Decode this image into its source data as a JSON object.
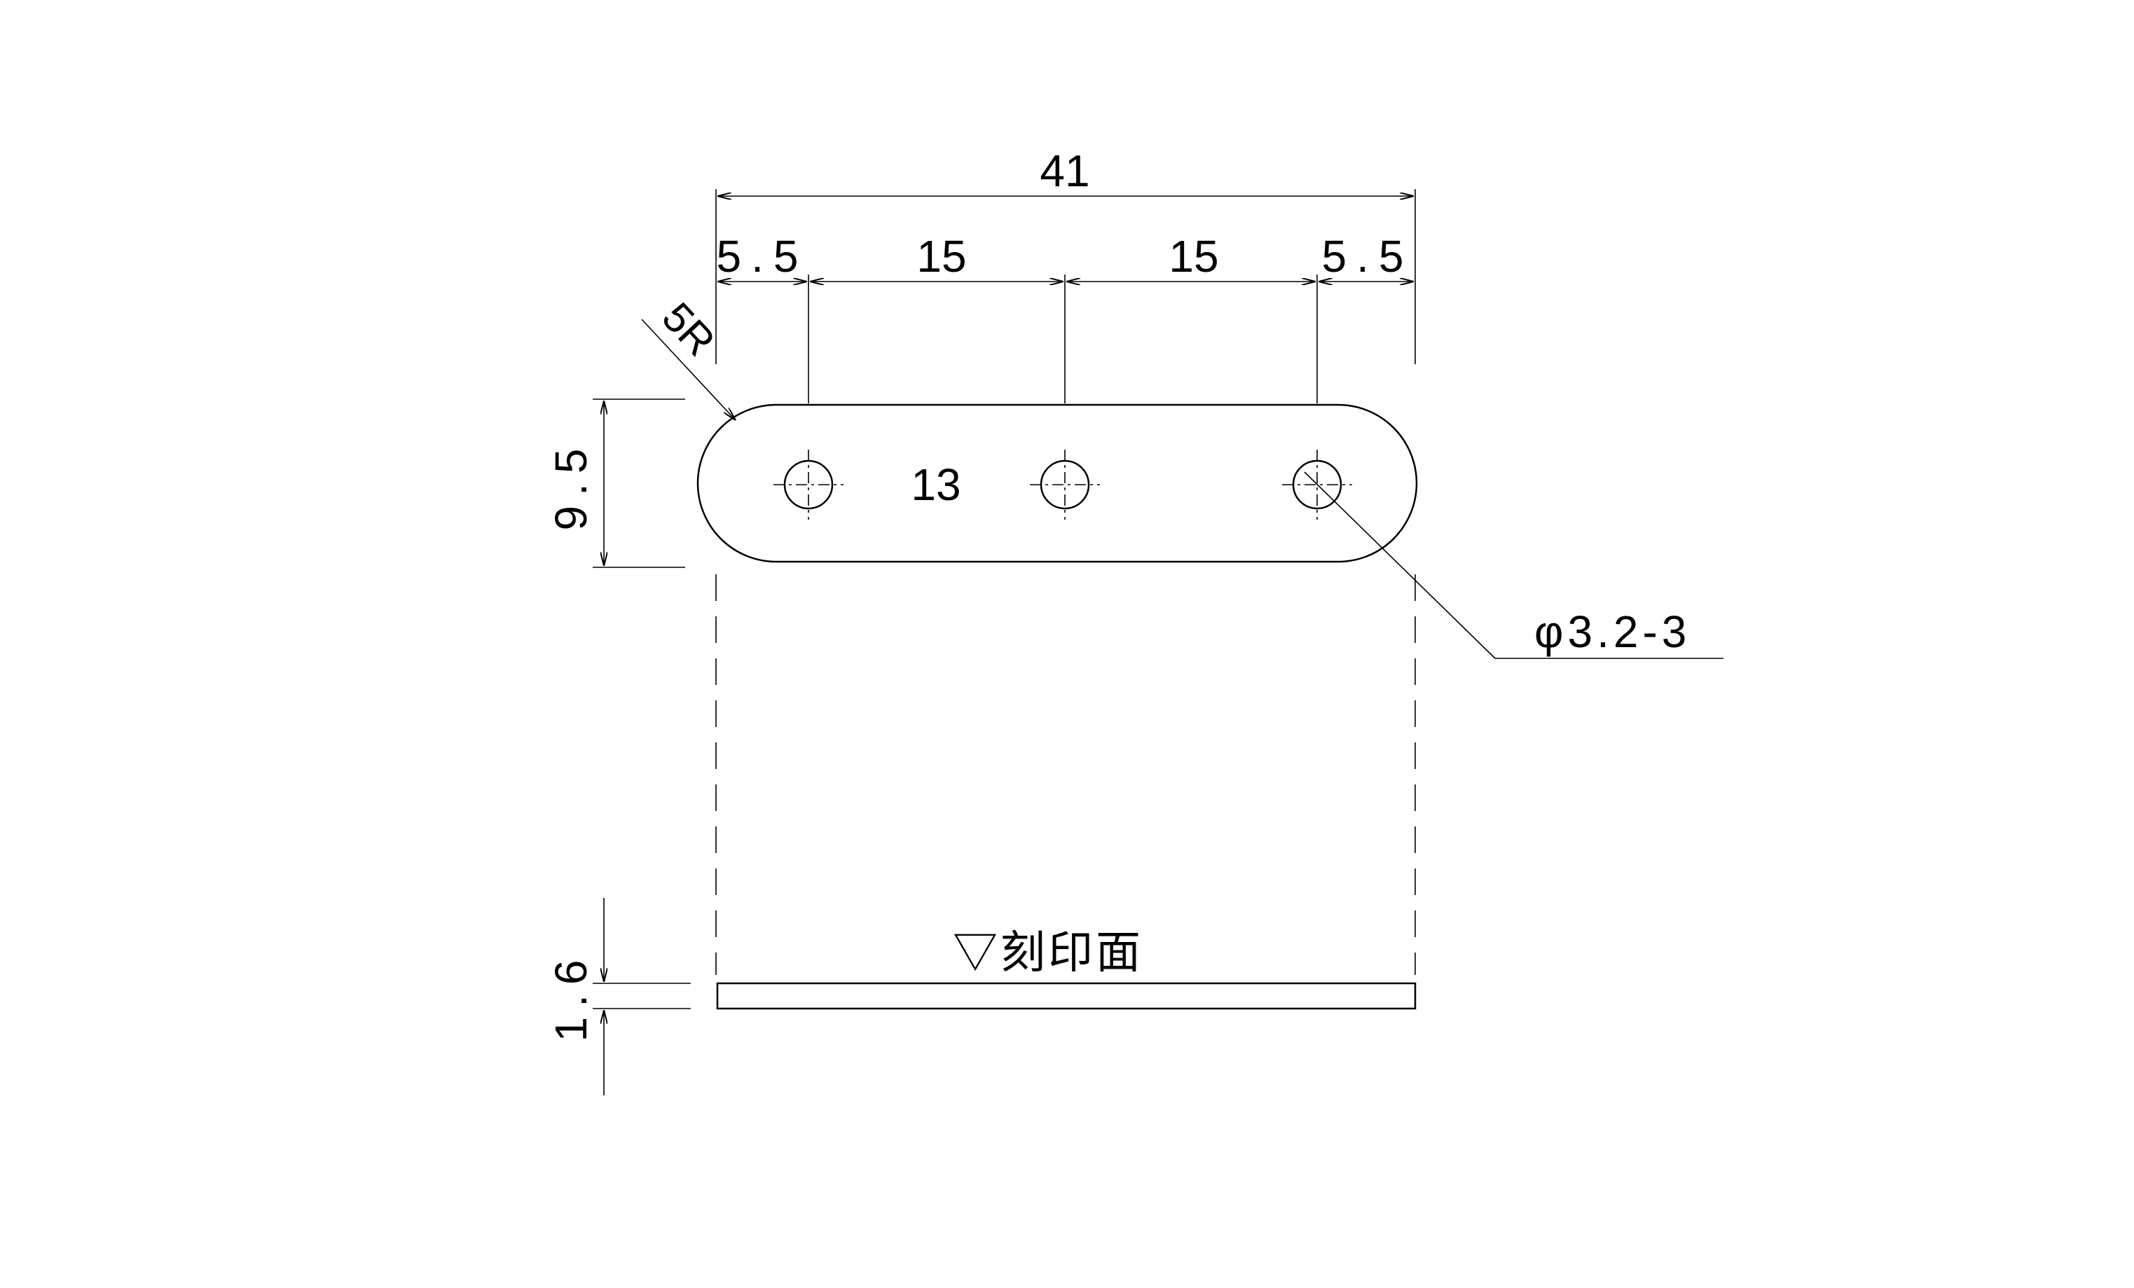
{
  "dimensions": {
    "overall_width": "41",
    "edge_left": "5.5",
    "pitch_1": "15",
    "pitch_2": "15",
    "edge_right": "5.5",
    "radius": "5R",
    "height": "9.5",
    "thickness": "1.6",
    "inner_label": "13",
    "hole_callout": "φ3.2-3"
  },
  "notes": {
    "marking_face": "▽刻印面"
  },
  "colors": {
    "line": "#000000",
    "background": "#ffffff"
  }
}
